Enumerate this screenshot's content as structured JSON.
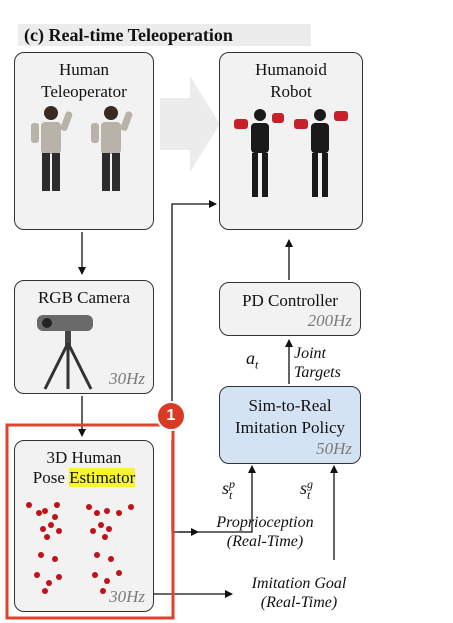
{
  "title": "(c) Real-time Teleoperation",
  "boxes": {
    "human": {
      "line1": "Human",
      "line2": "Teleoperator"
    },
    "robot": {
      "line1": "Humanoid",
      "line2": "Robot"
    },
    "camera": {
      "label": "RGB Camera",
      "rate": "30Hz"
    },
    "pd": {
      "label": "PD Controller",
      "rate": "200Hz"
    },
    "policy": {
      "line1": "Sim-to-Real",
      "line2": "Imitation Policy",
      "rate": "50Hz"
    },
    "pose": {
      "line1": "3D Human",
      "line2_a": "Pose ",
      "line2_b": "Estimator",
      "rate": "30Hz"
    }
  },
  "labels": {
    "a_t": "a",
    "a_t_sub": "t",
    "joint1": "Joint",
    "joint2": "Targets",
    "s_p": "s",
    "s_p_sup": "p",
    "s_p_sub": "t",
    "s_g": "s",
    "s_g_sup": "g",
    "s_g_sub": "t",
    "proprio1": "Proprioception",
    "proprio2": "(Real-Time)",
    "goal1": "Imitation Goal",
    "goal2": "(Real-Time)"
  },
  "badge": "1",
  "colors": {
    "highlight_frame": "#e2412c",
    "badge": "#d93a26",
    "policy_fill": "#d4e3f3",
    "box_fill": "#f2f2f2"
  }
}
